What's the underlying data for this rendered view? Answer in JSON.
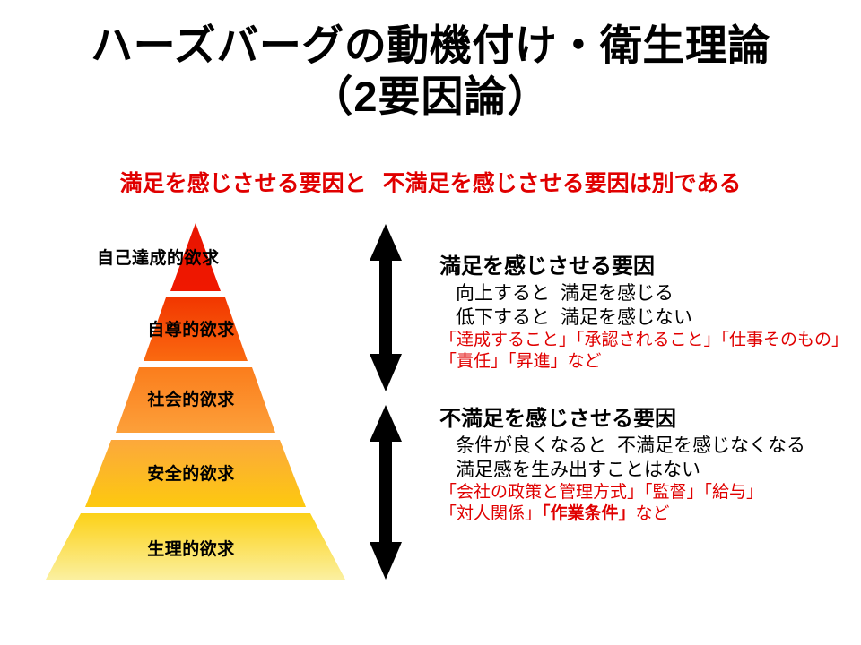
{
  "slide": {
    "title_line1": "ハーズバーグの動機付け・衛生理論",
    "title_line2": "（2要因論）",
    "subtitle_left": "満足を感じさせる要因と",
    "subtitle_right": "不満足を感じさせる要因は別である",
    "subtitle_color": "#e00000"
  },
  "pyramid": {
    "name": "maslow-needs-pyramid",
    "tiers": [
      {
        "label": "自己達成的欲求",
        "color_top": "#e81400",
        "color_bottom": "#f01800"
      },
      {
        "label": "自尊的欲求",
        "color_top": "#f23600",
        "color_bottom": "#fa6a10"
      },
      {
        "label": "社会的欲求",
        "color_top": "#fb7d1c",
        "color_bottom": "#fca03a"
      },
      {
        "label": "安全的欲求",
        "color_top": "#fca83c",
        "color_bottom": "#fdc90f"
      },
      {
        "label": "生理的欲求",
        "color_top": "#fcd117",
        "color_bottom": "#fbf0a0"
      }
    ]
  },
  "arrows": {
    "upper": "double-headed-arrow-up-down",
    "lower": "double-headed-arrow-up-down"
  },
  "satisfaction": {
    "heading": "満足を感じさせる要因",
    "detail_1_a": "向上すると",
    "detail_1_b": "満足を感じる",
    "detail_2_a": "低下すると",
    "detail_2_b": "満足を感じない",
    "examples_line1": "「達成すること」「承認されること」「仕事そのもの」",
    "examples_line2": "「責任」「昇進」など"
  },
  "dissatisfaction": {
    "heading": "不満足を感じさせる要因",
    "detail_1_a": "条件が良くなると",
    "detail_1_b": "不満足を感じなくなる",
    "detail_2": "満足感を生み出すことはない",
    "examples_line1": "「会社の政策と管理方式」「監督」「給与」",
    "examples_line2_a": "「対人関係」",
    "examples_line2_b": "「作業条件」",
    "examples_line2_c": "など"
  }
}
